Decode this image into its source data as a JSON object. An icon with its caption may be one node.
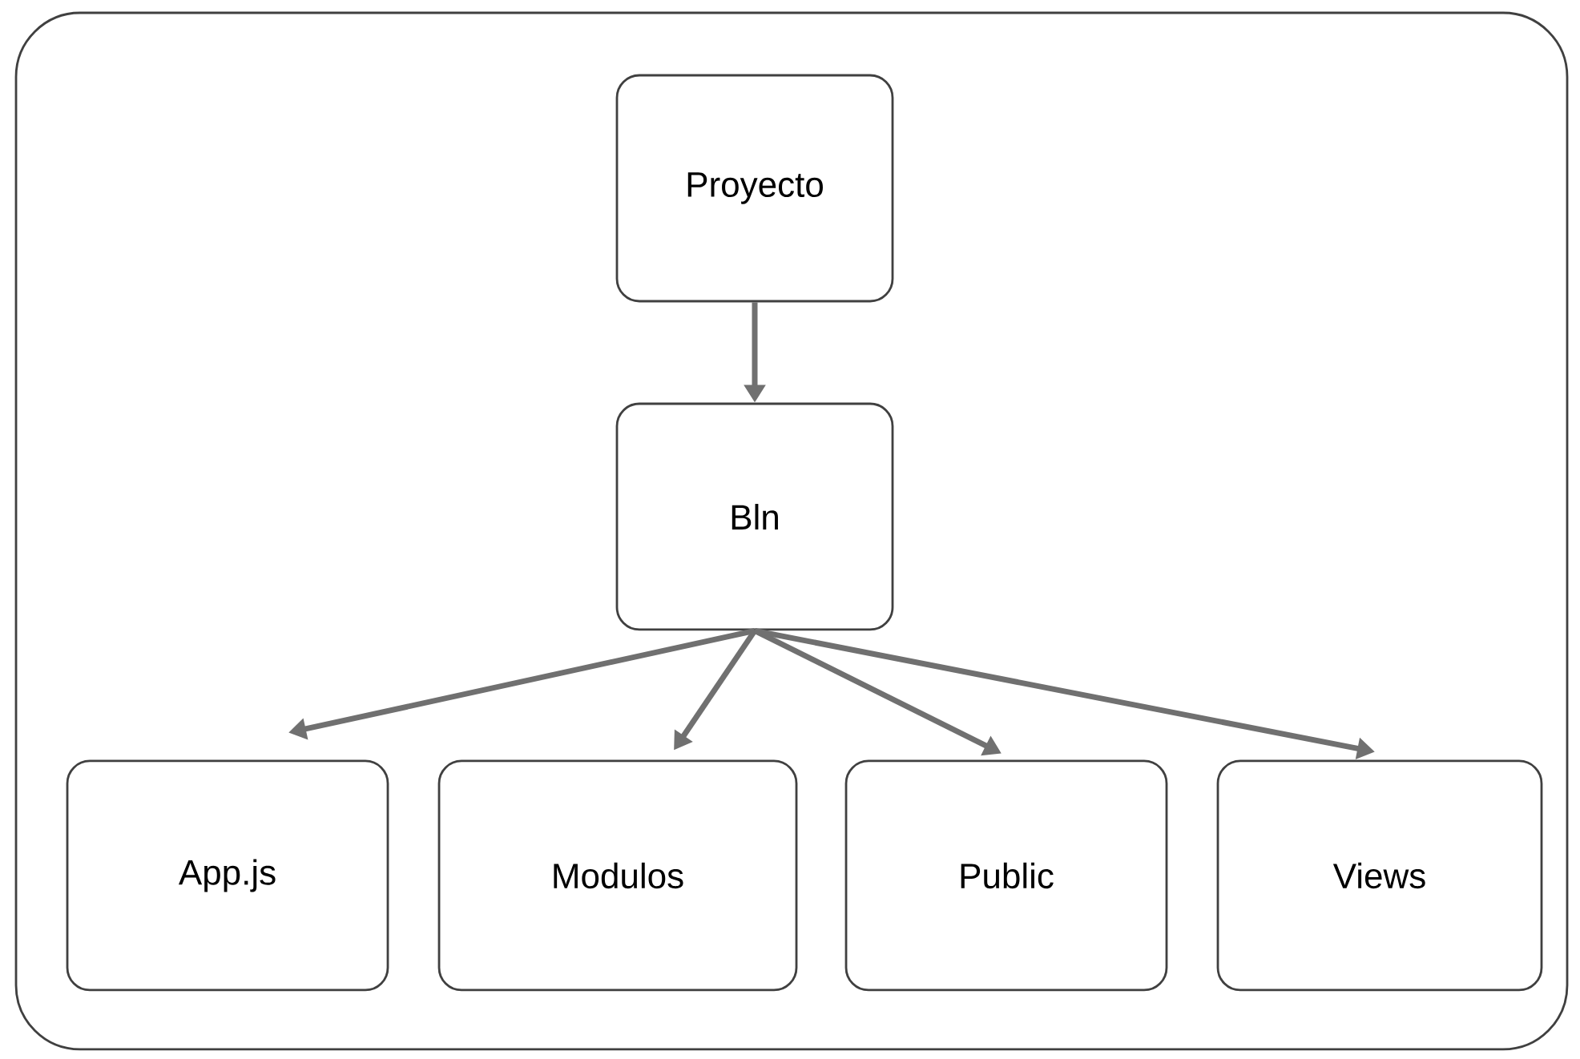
{
  "diagram": {
    "nodes": [
      {
        "text": [],
        "shape": "box"
      },
      {
        "text": [
          "Proyecto"
        ],
        "in": 0
      },
      {
        "text": [
          "Bln"
        ],
        "in": 0
      },
      {
        "text": [
          "App.js"
        ],
        "in": 0
      },
      {
        "text": [
          "Modulos"
        ],
        "in": 0
      },
      {
        "text": [
          "Public"
        ],
        "in": 0
      },
      {
        "text": [
          "Views"
        ],
        "in": 0
      }
    ],
    "edges": [
      {
        "from": 1,
        "to": 2,
        "arrow": "to"
      },
      {
        "from": 2,
        "to": 3,
        "arrow": "to"
      },
      {
        "from": 2,
        "to": 4,
        "arrow": "to"
      },
      {
        "from": 2,
        "to": 5,
        "arrow": "to"
      },
      {
        "from": 2,
        "to": 6,
        "arrow": "to"
      }
    ]
  }
}
